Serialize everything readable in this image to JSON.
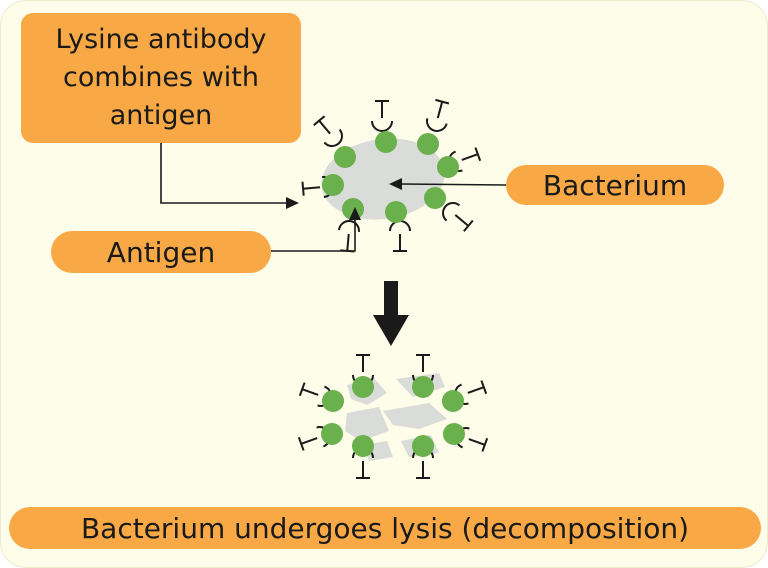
{
  "labels": {
    "lysine_antibody": "Lysine antibody combines with antigen",
    "bacterium": "Bacterium",
    "antigen": "Antigen",
    "lysis": "Bacterium undergoes lysis (decomposition)"
  },
  "colors": {
    "label_fill": "#f8a945",
    "antigen_green": "#6ab04c",
    "bacterium_gray": "#d9dcd8",
    "background": "#fdfde9",
    "line": "#1a1a1a"
  }
}
